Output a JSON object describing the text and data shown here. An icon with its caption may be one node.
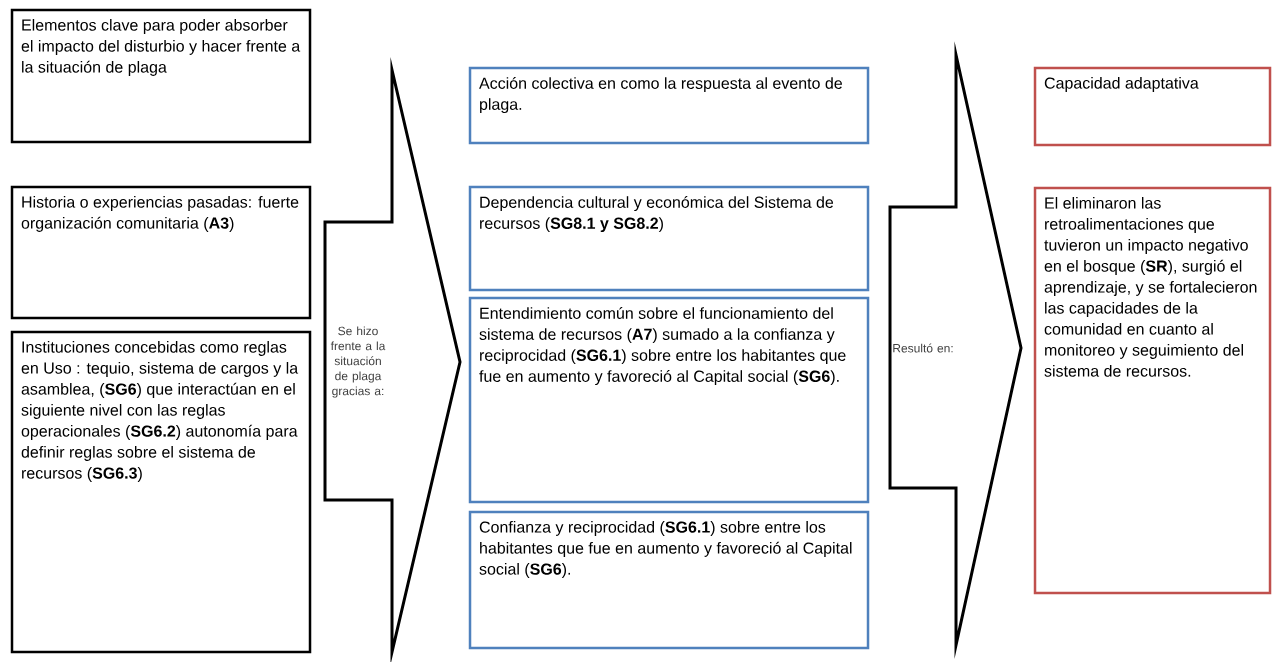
{
  "diagram": {
    "nodes": [
      {
        "text": [
          "Elementos clave para poder absorber el impacto del disturbio y hacer frente a la situación de plaga"
        ]
      },
      {
        "text": [
          "Historia o experiencias pasadas: fuerte organización comunitaria (**A3**)"
        ]
      },
      {
        "text": [
          "Instituciones concebidas como reglas en Uso : tequio, sistema de cargos y la asamblea, (**SG6**) que interactúan en el siguiente nivel con las reglas operacionales (**SG6.2**) autonomía para definir reglas sobre el sistema de recursos (**SG6.3**)"
        ]
      },
      {
        "text": [
          "Se hizo frente a la situación de plaga gracias a:"
        ]
      },
      {
        "text": [
          "Acción colectiva en como la respuesta al evento de plaga."
        ]
      },
      {
        "text": [
          "Dependencia cultural y económica del Sistema de recursos (**SG8.1 y SG8.2**)"
        ]
      },
      {
        "text": [
          "Entendimiento común sobre el funcionamiento del sistema de recursos (**A7**) sumado a la confianza y reciprocidad (**SG6.1**) sobre entre los habitantes que fue en aumento y favoreció al Capital social (**SG6**)."
        ]
      },
      {
        "text": [
          "Confianza y reciprocidad (**SG6.1**) sobre entre los habitantes que fue en aumento y favoreció al Capital social (**SG6**)."
        ]
      },
      {
        "text": [
          "Resultó en:"
        ]
      },
      {
        "text": [
          "Capacidad adaptativa"
        ]
      },
      {
        "text": [
          "El eliminaron las retroalimentaciones que tuvieron un impacto negativo en el bosque (**SR**), surgió el aprendizaje, y se fortalecieron las capacidades de la comunidad en cuanto al monitoreo y seguimiento del sistema de recursos."
        ]
      }
    ]
  }
}
